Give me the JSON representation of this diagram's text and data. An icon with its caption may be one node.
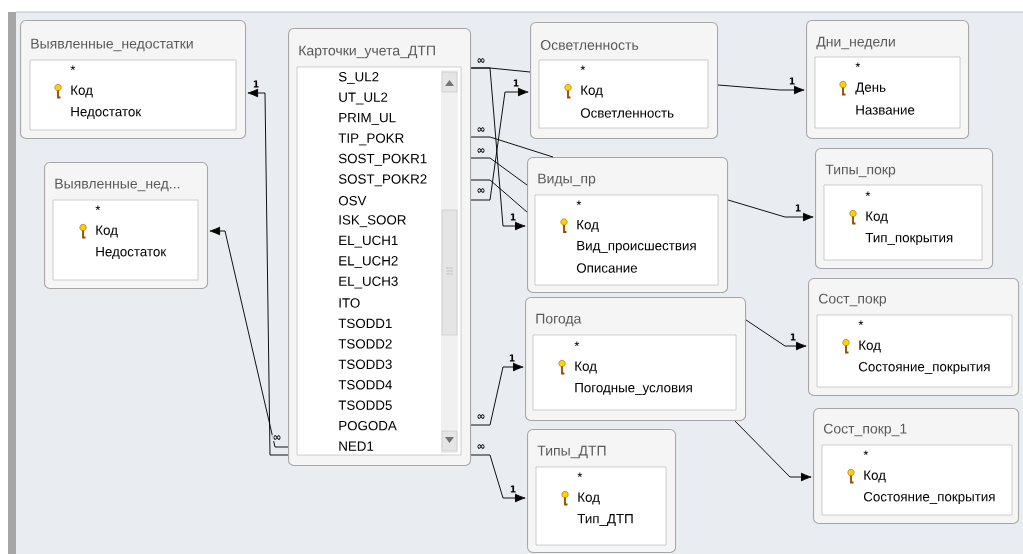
{
  "diagram": {
    "nodes": [
      {
        "text": [
          "Выявленные_недостатки",
          "*",
          "Код",
          "Недостаток"
        ]
      },
      {
        "text": [
          "Карточки_учета_ДТП",
          "S_UL2",
          "UT_UL2",
          "PRIM_UL",
          "TIP_POKR",
          "SOST_POKR1",
          "SOST_POKR2",
          "OSV",
          "ISK_SOOR",
          "EL_UCH1",
          "EL_UCH2",
          "EL_UCH3",
          "ITO",
          "TSODD1",
          "TSODD2",
          "TSODD3",
          "TSODD4",
          "TSODD5",
          "POGODA",
          "NED1"
        ]
      },
      {
        "text": [
          "Осветленность",
          "*",
          "Код",
          "Осветленность"
        ]
      },
      {
        "text": [
          "Дни_недели",
          "*",
          "День",
          "Название"
        ]
      },
      {
        "text": [
          "Выявленные_нед...",
          "*",
          "Код",
          "Недостаток"
        ]
      },
      {
        "text": [
          "Виды_пр",
          "*",
          "Код",
          "Вид_происшествия",
          "Описание"
        ]
      },
      {
        "text": [
          "Типы_покр",
          "*",
          "Код",
          "Тип_покрытия"
        ]
      },
      {
        "text": [
          "Погода",
          "*",
          "Код",
          "Погодные_условия"
        ]
      },
      {
        "text": [
          "Сост_покр",
          "*",
          "Код",
          "Состояние_покрытия"
        ]
      },
      {
        "text": [
          "Сост_покр_1",
          "*",
          "Код",
          "Состояние_покрытия"
        ]
      },
      {
        "text": [
          "Типы_ДТП",
          "*",
          "Код",
          "Тип_ДТП"
        ]
      }
    ],
    "edges": [
      {
        "from": 1,
        "to": 2,
        "arrow": "none"
      },
      {
        "from": 1,
        "to": 5,
        "arrow": "to",
        "label": "1"
      },
      {
        "from": 1,
        "to": 5,
        "arrow": "none"
      },
      {
        "from": 1,
        "to": 5,
        "arrow": "none"
      },
      {
        "from": 1,
        "to": 5,
        "arrow": "none"
      },
      {
        "from": 1,
        "to": 2,
        "arrow": "to",
        "label": "1"
      },
      {
        "from": 2,
        "to": 3,
        "arrow": "to",
        "label": "1"
      },
      {
        "from": 5,
        "to": 6,
        "arrow": "to",
        "label": "1"
      },
      {
        "from": 1,
        "to": 7,
        "arrow": "to",
        "label": "1"
      },
      {
        "from": 1,
        "to": 10,
        "arrow": "to",
        "label": "1"
      },
      {
        "from": 7,
        "to": 8,
        "arrow": "to",
        "label": "1"
      },
      {
        "from": 7,
        "to": 9,
        "arrow": "to"
      },
      {
        "from": 1,
        "to": 0,
        "arrow": "to",
        "label": "1"
      },
      {
        "from": 1,
        "to": 4,
        "arrow": "to"
      }
    ],
    "labels": [
      "∞",
      "∞",
      "∞",
      "∞",
      "∞",
      "∞",
      "∞"
    ]
  }
}
